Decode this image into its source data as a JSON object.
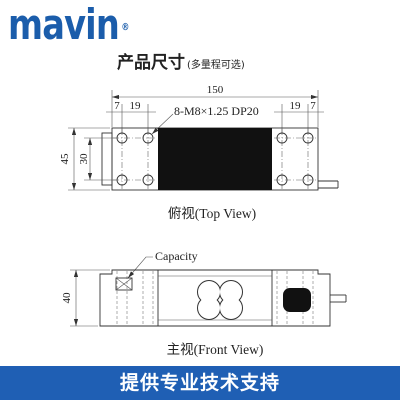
{
  "brand": {
    "name": "mavin",
    "mark": "®",
    "color": "#1b5dab"
  },
  "heading": {
    "title": "产品尺寸",
    "subtitle": "(多量程可选)"
  },
  "top_view": {
    "overall_length": "150",
    "left_offsets": [
      "7",
      "19"
    ],
    "right_offsets": [
      "19",
      "7"
    ],
    "hole_callout": "8-M8×1.25 DP20",
    "overall_width": "45",
    "hole_spacing": "30",
    "caption": "俯视(Top View)"
  },
  "front_view": {
    "capacity_label": "Capacity",
    "height": "40",
    "caption": "主视(Front View)"
  },
  "banner": {
    "text": "提供专业技术支持",
    "color": "#1f5fb4"
  }
}
